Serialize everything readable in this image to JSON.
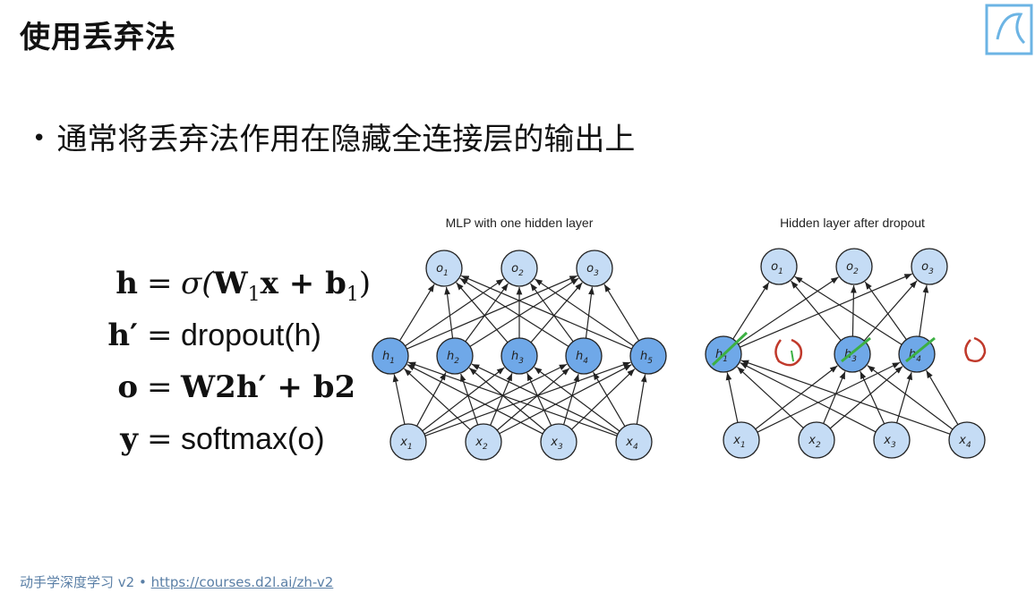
{
  "slide": {
    "title": "使用丢弃法",
    "watermark": "",
    "bullet": "通常将丢弃法作用在隐藏全连接层的输出上",
    "footer_text": "动手学深度学习 v2 • ",
    "footer_link": "https://courses.d2l.ai/zh-v2"
  },
  "equations": [
    {
      "lhs": "h",
      "rhs_parts": [
        "σ(",
        "W",
        "1",
        "x + ",
        "b",
        "1",
        ")"
      ]
    },
    {
      "lhs": "h′",
      "rhs": "dropout(h)"
    },
    {
      "lhs": "o",
      "rhs": "W2h′ + b2"
    },
    {
      "lhs": "y",
      "rhs": "softmax(o)"
    }
  ],
  "diagram_left": {
    "caption": "MLP with one hidden layer",
    "outputs": [
      "o1",
      "o2",
      "o3"
    ],
    "hidden": [
      "h1",
      "h2",
      "h3",
      "h4",
      "h5"
    ],
    "inputs": [
      "x1",
      "x2",
      "x3",
      "x4"
    ]
  },
  "diagram_right": {
    "caption": "Hidden layer after dropout",
    "outputs": [
      "o1",
      "o2",
      "o3"
    ],
    "hidden_kept": [
      "h1",
      "h3",
      "h4"
    ],
    "inputs": [
      "x1",
      "x2",
      "x3",
      "x4"
    ]
  },
  "colors": {
    "hidden_fill": "#6fa8e8",
    "io_fill": "#c5dcf5",
    "stroke": "#222222",
    "annotation_green": "#3cb043",
    "annotation_red": "#c0392b",
    "footer": "#5a7fa6"
  }
}
